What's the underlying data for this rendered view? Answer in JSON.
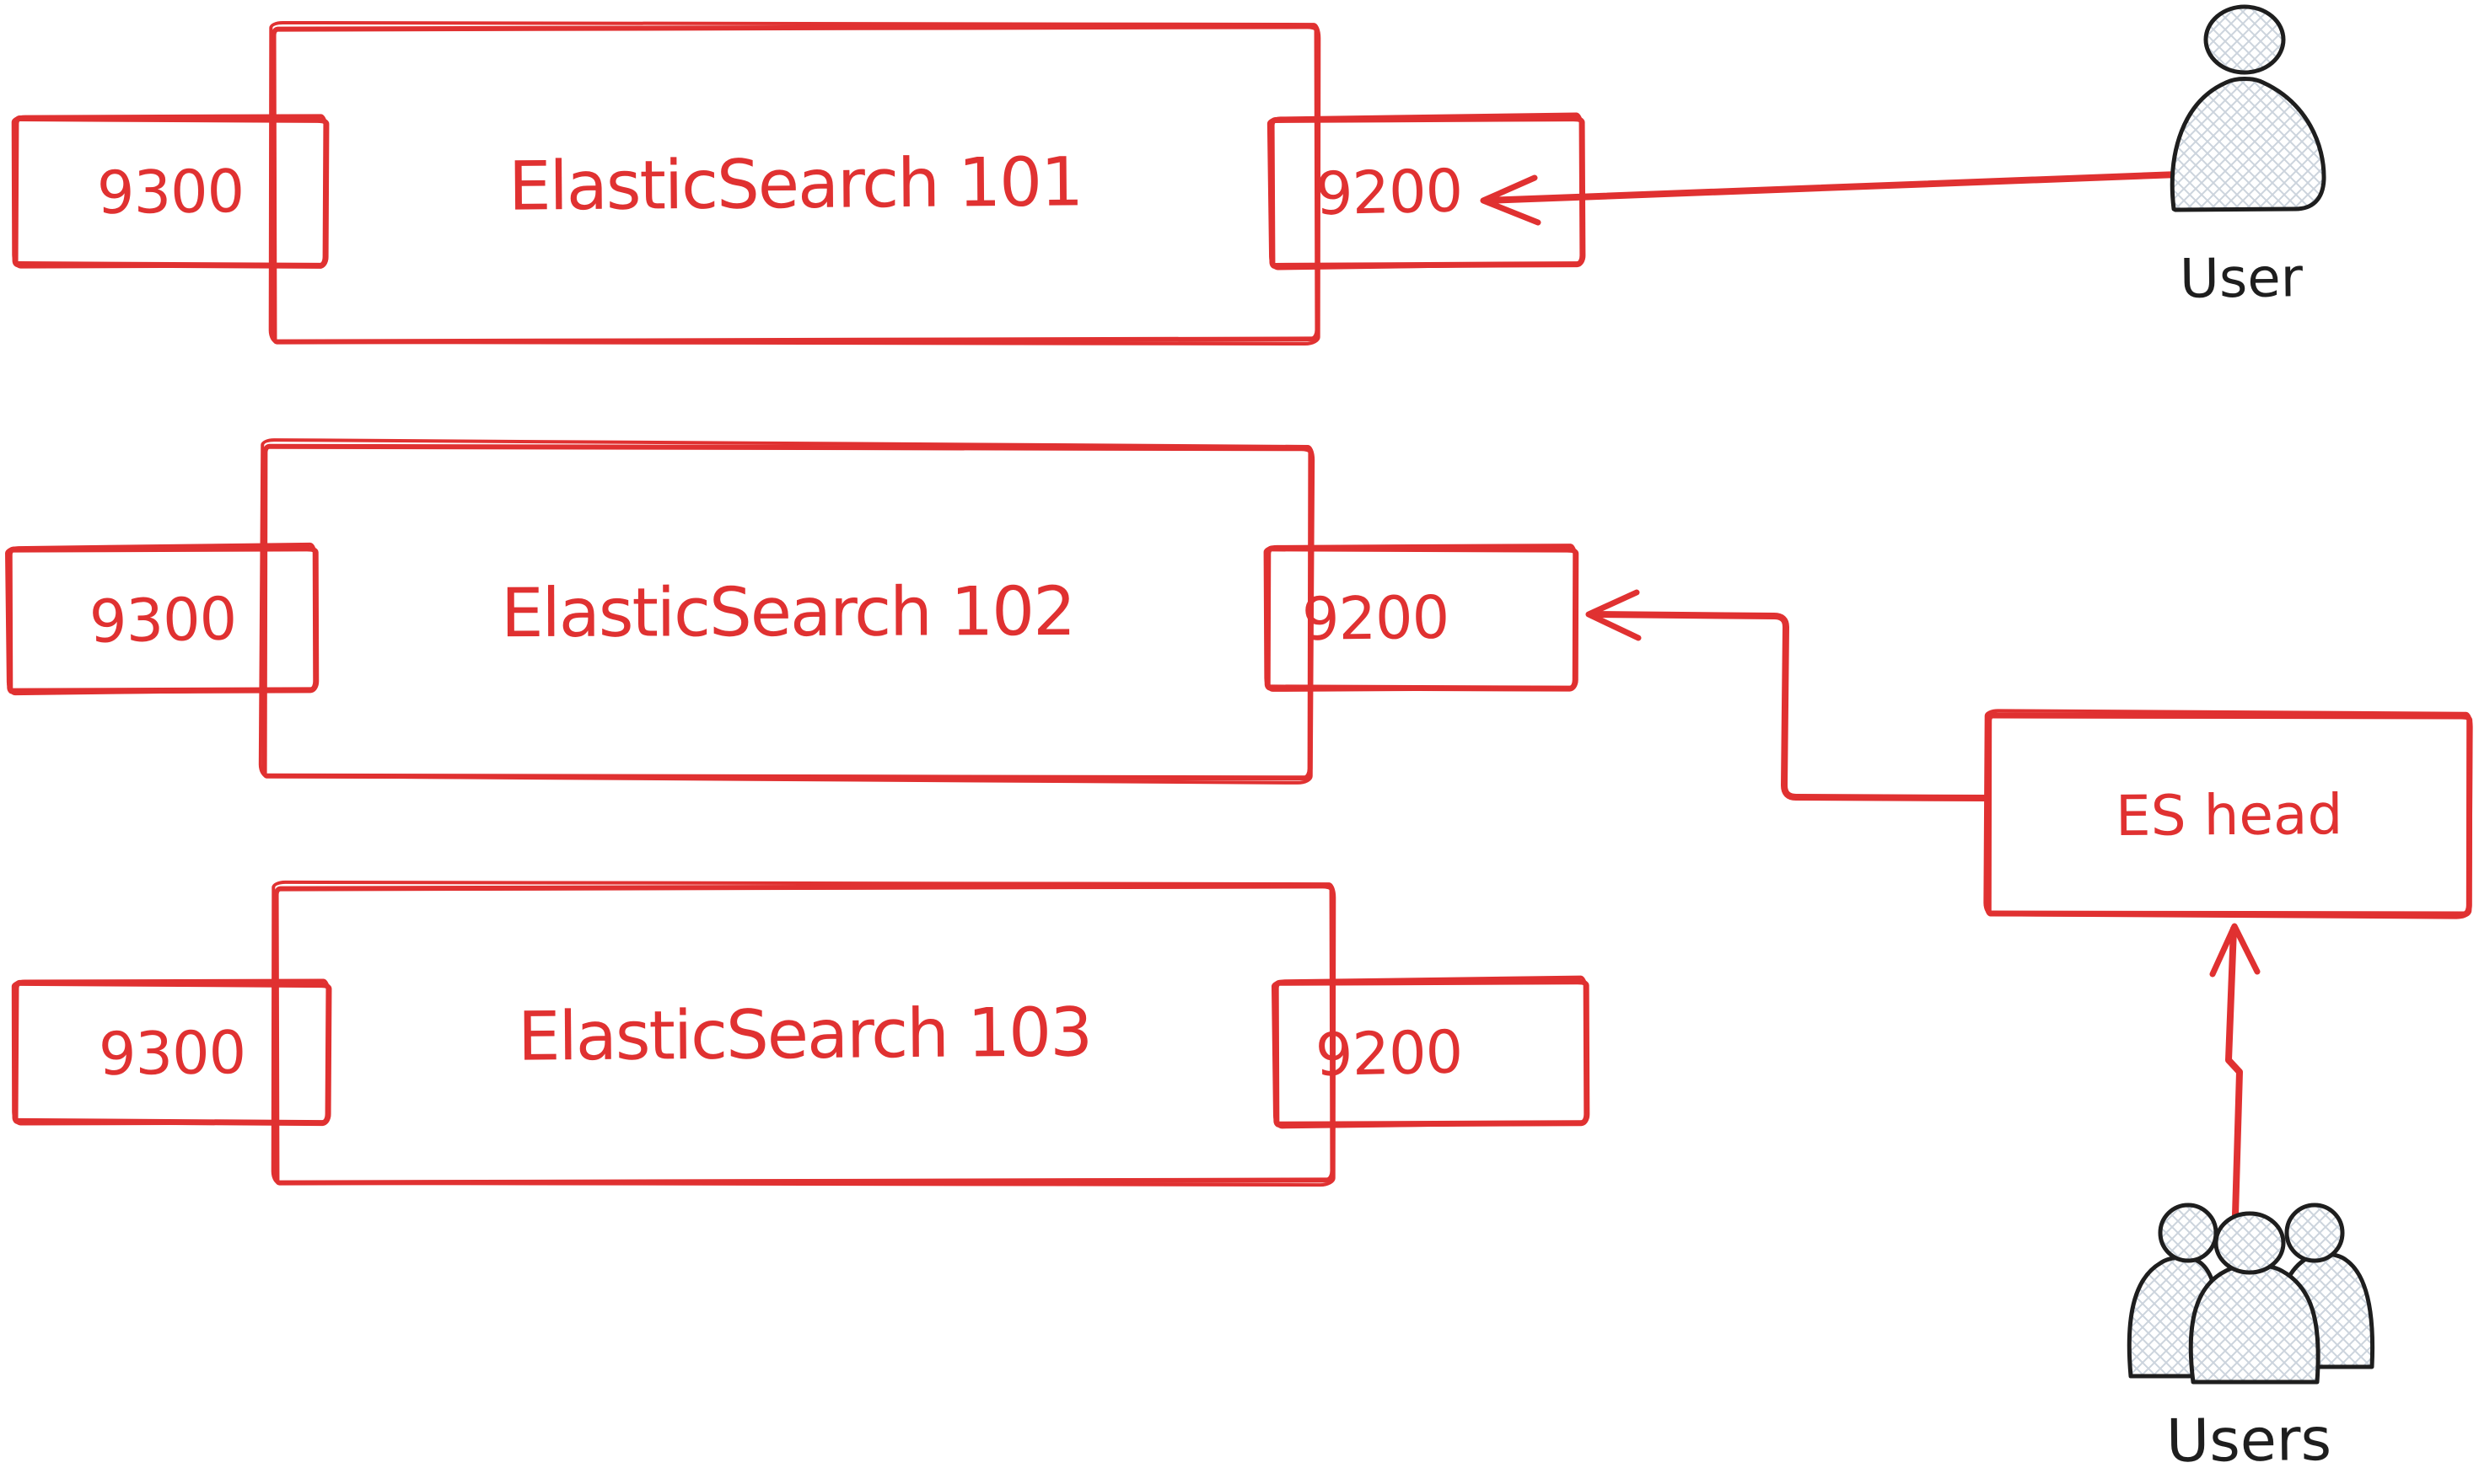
{
  "diagram": {
    "accent_color": "#e03131",
    "ink_color": "#1e1e1e",
    "nodes": [
      {
        "name": "ElasticSearch 101",
        "transport_port": "9300",
        "http_port": "9200"
      },
      {
        "name": "ElasticSearch 102",
        "transport_port": "9300",
        "http_port": "9200"
      },
      {
        "name": "ElasticSearch 103",
        "transport_port": "9300",
        "http_port": "9200"
      }
    ],
    "es_head": {
      "label": "ES head"
    },
    "actors": {
      "user": {
        "label": "User",
        "icon": "user-icon"
      },
      "users": {
        "label": "Users",
        "icon": "users-group-icon"
      }
    },
    "connections": [
      {
        "from": "User",
        "to": "ElasticSearch 101 port 9200"
      },
      {
        "from": "ES head",
        "to": "ElasticSearch 102 port 9200"
      },
      {
        "from": "Users",
        "to": "ES head"
      }
    ]
  }
}
